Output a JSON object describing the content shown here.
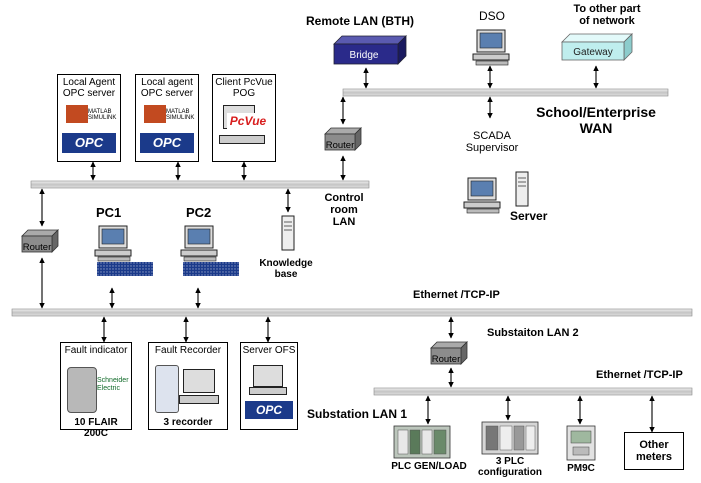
{
  "labels": {
    "remote_lan": "Remote LAN (BTH)",
    "dso": "DSO",
    "other_network": "To other part\nof network",
    "school_wan": "School/Enterprise\nWAN",
    "scada": "SCADA\nSupervisor",
    "server": "Server",
    "control_room_lan": "Control room\nLAN",
    "pc1": "PC1",
    "pc2": "PC2",
    "knowledge_base": "Knowledge\nbase",
    "ethernet_1": "Ethernet /TCP-IP",
    "substation_lan2": "Substaiton LAN 2",
    "ethernet_2": "Ethernet /TCP-IP",
    "substation_lan1": "Substation LAN 1"
  },
  "devices": {
    "bridge": "Bridge",
    "gateway": "Gateway",
    "router_top": "Router",
    "router_left": "Router",
    "router_sub": "Router",
    "opc": "OPC",
    "pcvue": "PcVue",
    "matlab": "MATLAB\nSIMULINK",
    "schneider": "Schneider\nElectric"
  },
  "boxes": {
    "agent1": "Local Agent\nOPC server",
    "agent2": "Local agent\nOPC server",
    "pcvue_client": "Client PcVue\nPOG",
    "fault_indicator": "Fault indicator",
    "fault_recorder": "Fault Recorder",
    "server_ofs": "Server OFS",
    "other_meters": "Other\nmeters"
  },
  "captions": {
    "flair": "10 FLAIR 200C",
    "recorder": "3 recorder",
    "plc_gen": "PLC GEN/LOAD",
    "plc_3": "3 PLC\nconfiguration",
    "pm": "PM9C"
  },
  "colors": {
    "bus": "#c8c8c8",
    "router": "#8c8c8c",
    "bridge": "#2a2a8a",
    "gateway": "#bfeeee",
    "pcvue_red": "#d81e1e",
    "opc_blue": "#1b3a8a"
  },
  "icons": [
    "computer-icon",
    "server-tower-icon",
    "router-icon",
    "bridge-icon",
    "gateway-icon",
    "opc-logo",
    "pcvue-logo",
    "plc-icon",
    "meter-icon",
    "fault-indicator-icon",
    "recorder-icon"
  ]
}
